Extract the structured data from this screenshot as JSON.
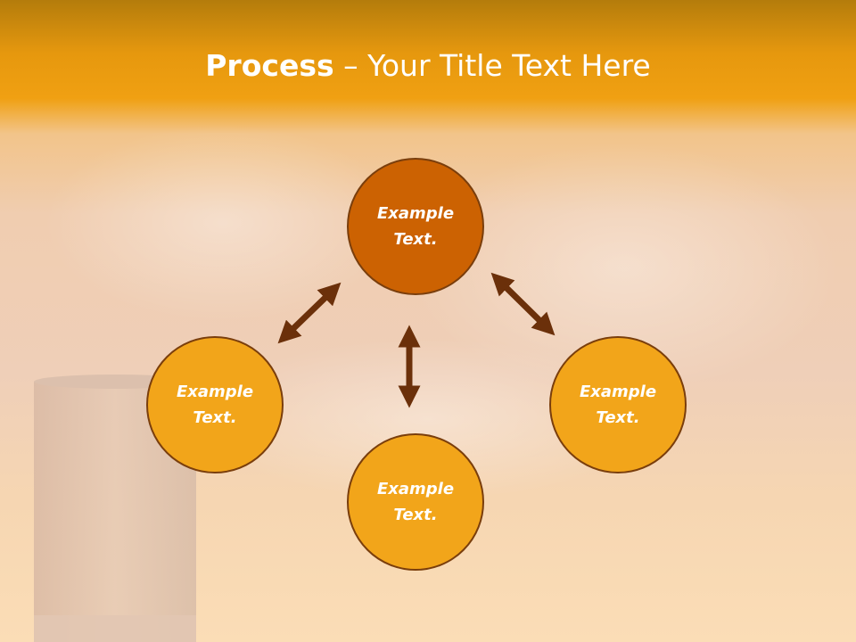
{
  "title": {
    "bold": "Process",
    "separator": " – ",
    "rest": "Your Title Text Here"
  },
  "nodes": {
    "top": {
      "text": "Example Text."
    },
    "left": {
      "text": "Example Text."
    },
    "bottom": {
      "text": "Example Text."
    },
    "right": {
      "text": "Example Text."
    }
  },
  "colors": {
    "primary": "#cc6202",
    "secondary": "#f2a51a",
    "arrow": "#6b300a",
    "header": "#f0a012"
  }
}
